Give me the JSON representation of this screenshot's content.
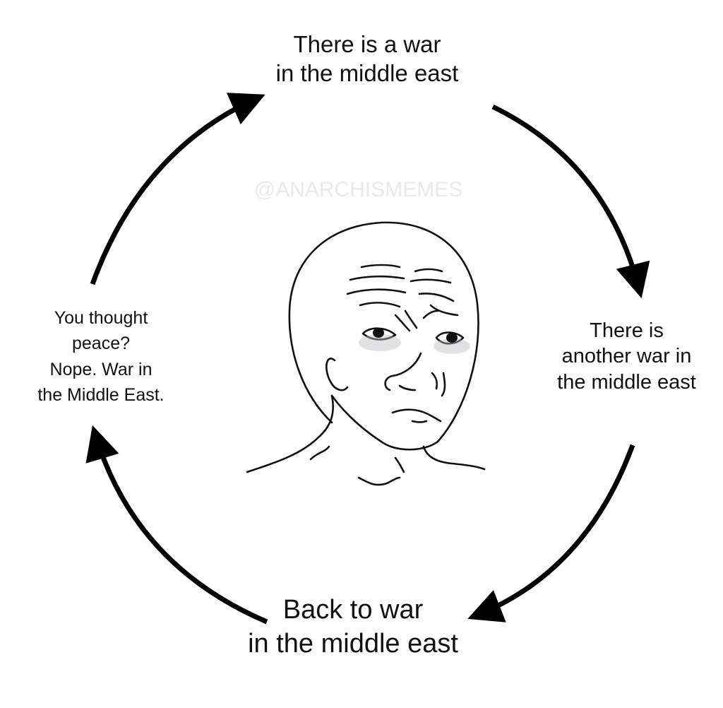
{
  "nodes": {
    "top": {
      "lines": [
        "There is a war",
        "in the middle east"
      ]
    },
    "right": {
      "lines": [
        "There is",
        "another war in",
        "the middle east"
      ]
    },
    "bottom": {
      "lines": [
        "Back to war",
        "in the middle east"
      ]
    },
    "left": {
      "lines": [
        "You thought",
        "peace?",
        "Nope. War in",
        "the Middle East."
      ]
    }
  },
  "watermark": "@ANARCHISMEMES",
  "center_image": "wojak-sad-face-icon",
  "colors": {
    "arrow": "#000000",
    "text": "#111111",
    "watermark": "#e9e9e9"
  }
}
